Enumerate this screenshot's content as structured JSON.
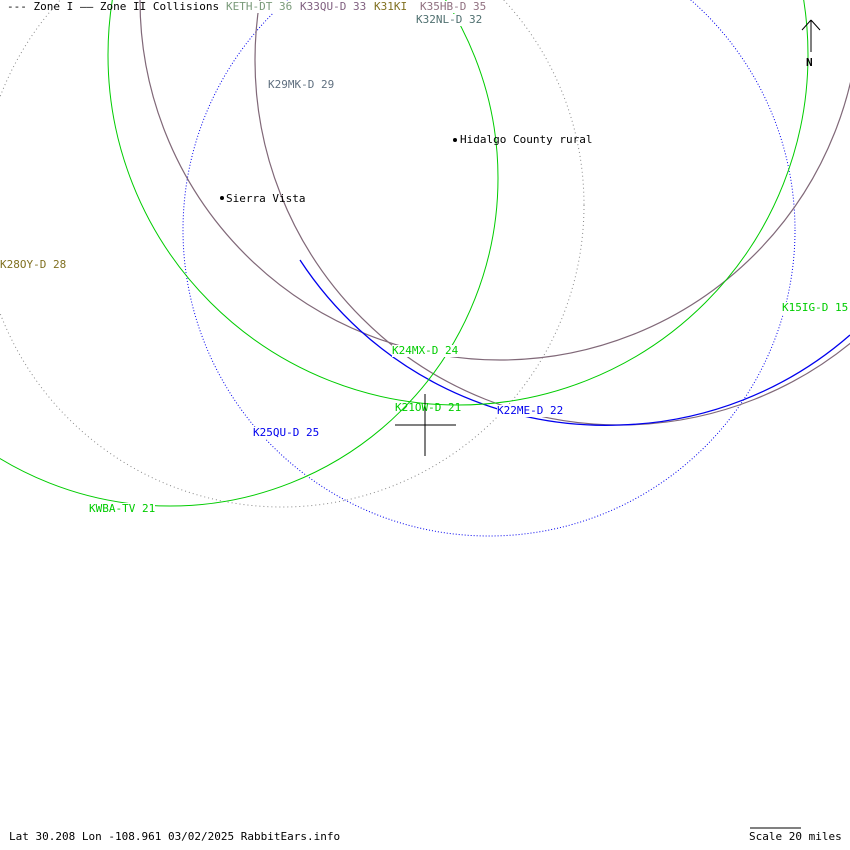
{
  "legend": {
    "zone1": "--- Zone I",
    "zone2": "—— Zone II Collisions"
  },
  "stations": [
    {
      "label": "KETH-DT 36",
      "color": "#7a9a7a"
    },
    {
      "label": "K33QU-D 33",
      "color": "#806080"
    },
    {
      "label": "K31KI",
      "color": "#807020"
    },
    {
      "label": "K32NL-D 32",
      "color": "#507070"
    },
    {
      "label": "K35HB-D 35",
      "color": "#907080"
    },
    {
      "label": "K29MK-D 29",
      "color": "#607080"
    },
    {
      "label": "K28OY-D 28",
      "color": "#807020"
    },
    {
      "label": "K24MX-D 24",
      "color": "#00cc00"
    },
    {
      "label": "K21OW-D 21",
      "color": "#00cc00"
    },
    {
      "label": "K22ME-D 22",
      "color": "#0000ee"
    },
    {
      "label": "K25QU-D 25",
      "color": "#0000ee"
    },
    {
      "label": "KWBA-TV 21",
      "color": "#00cc00"
    },
    {
      "label": "K15IG-D 15",
      "color": "#00cc00"
    }
  ],
  "places": [
    "Hidalgo County rural",
    "Sierra Vista"
  ],
  "north": "N",
  "footer": "Lat 30.208 Lon -108.961 03/02/2025 RabbitEars.info",
  "scale": "Scale 20 miles"
}
